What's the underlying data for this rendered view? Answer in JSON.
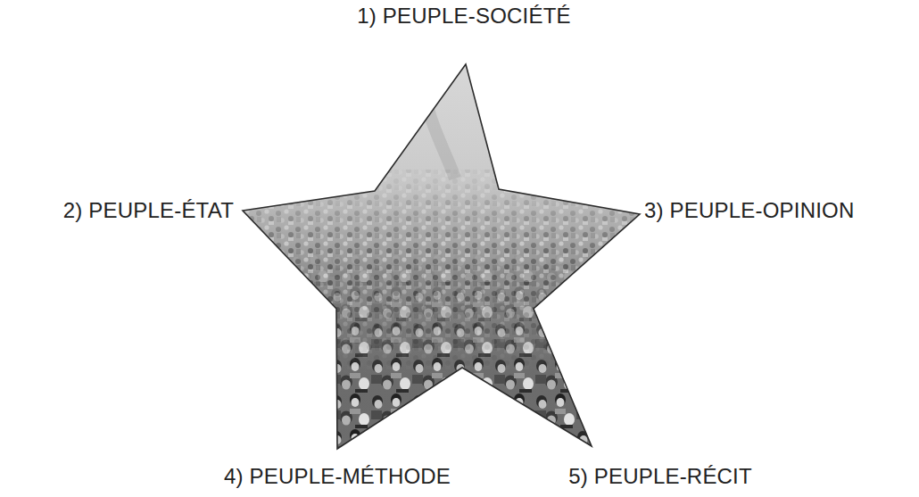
{
  "diagram": {
    "labels": [
      "1) PEUPLE-SOCIÉTÉ",
      "2) PEUPLE-ÉTAT",
      "3) PEUPLE-OPINION",
      "4) PEUPLE-MÉTHODE",
      "5) PEUPLE-RÉCIT"
    ]
  }
}
